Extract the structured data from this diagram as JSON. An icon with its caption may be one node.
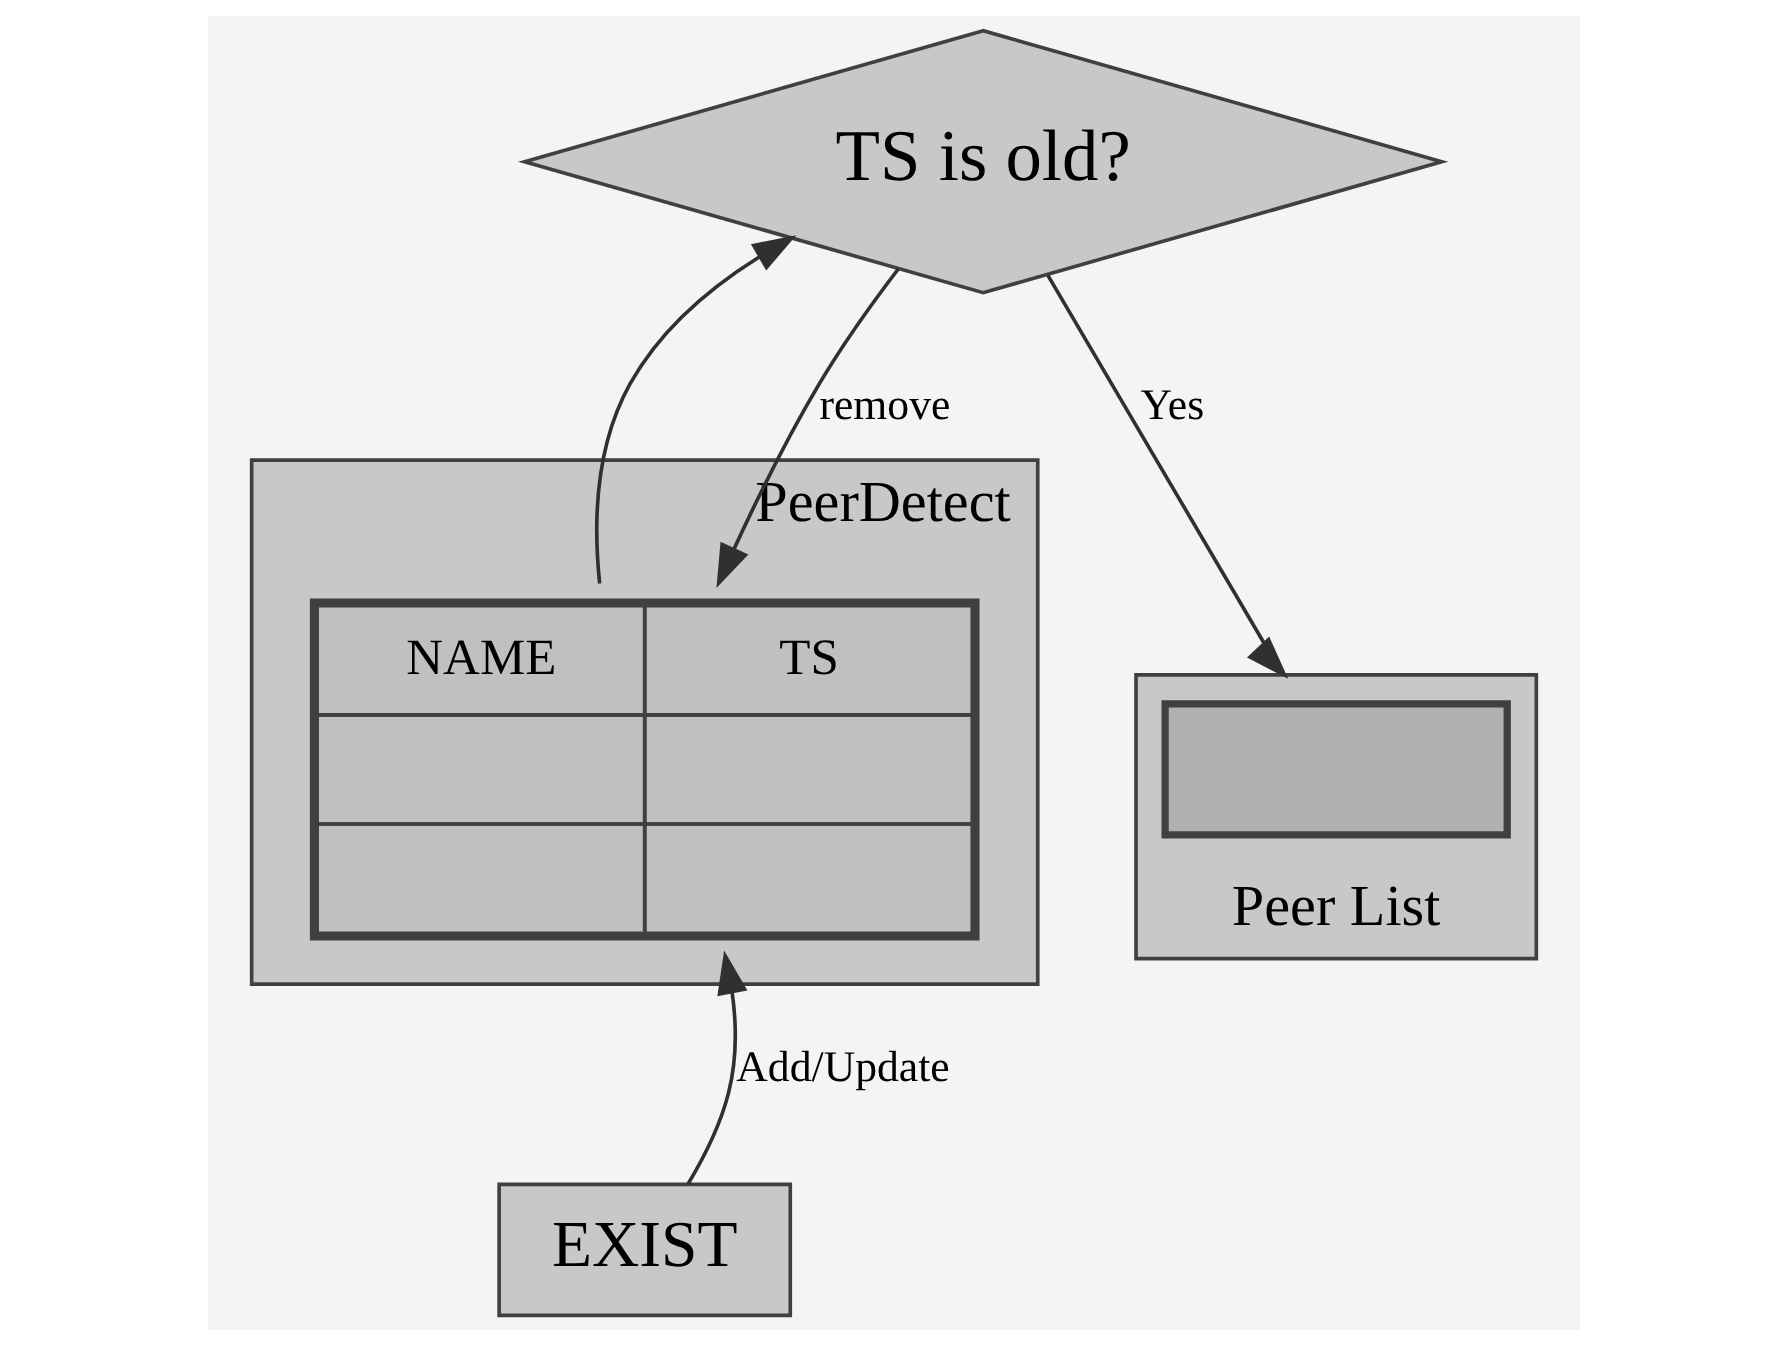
{
  "diagram": {
    "nodes": [
      {
        "text": [
          "PeerDetect"
        ]
      },
      {
        "text": [
          "NAME",
          "TS"
        ],
        "in": 0
      },
      {
        "text": [
          "TS is old?"
        ]
      },
      {
        "text": [
          "Peer List"
        ]
      },
      {
        "text": [],
        "shape": "box",
        "in": 3
      },
      {
        "text": [
          "EXIST"
        ]
      }
    ],
    "edges": [
      {
        "from": 1,
        "to": 2,
        "arrow": "to"
      },
      {
        "from": 2,
        "to": 3,
        "arrow": "to",
        "label": "Yes"
      },
      {
        "from": 2,
        "to": 1,
        "arrow": "to",
        "label": "remove"
      },
      {
        "from": 5,
        "to": 1,
        "arrow": "to",
        "label": "Add/Update"
      }
    ]
  }
}
